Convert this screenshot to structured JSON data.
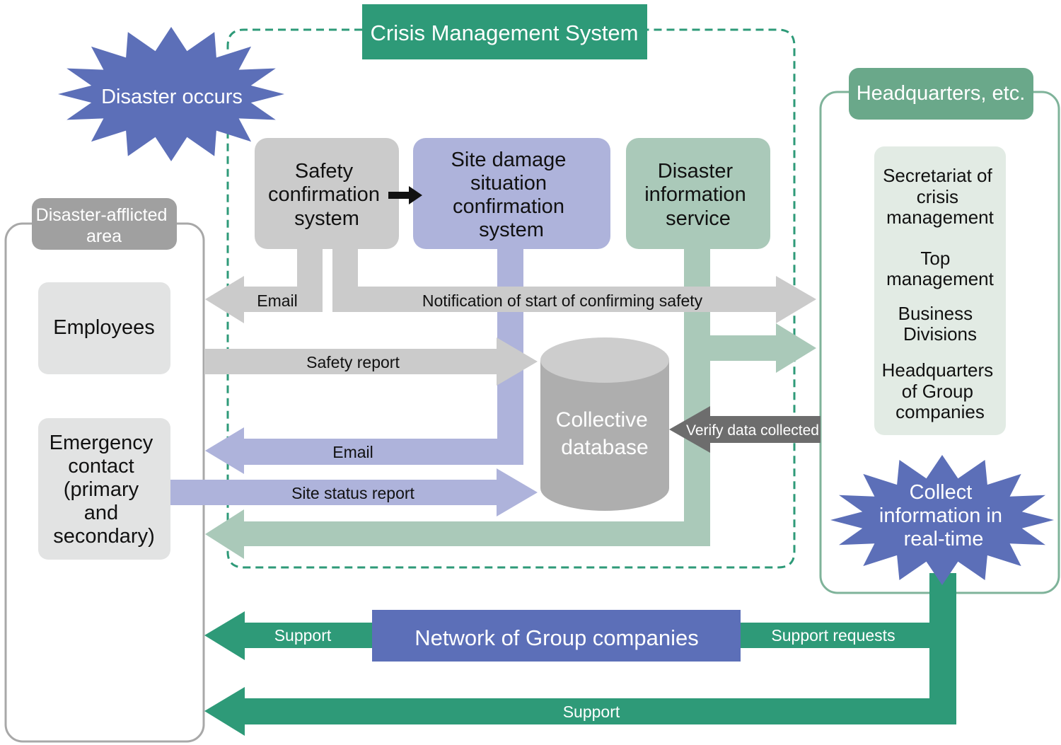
{
  "system_title": "Crisis Management System",
  "disaster": {
    "label": "Disaster occurs"
  },
  "area": {
    "title_lines": [
      "Disaster-afflicted",
      "area"
    ],
    "employees": "Employees",
    "emergency_lines": [
      "Emergency",
      "contact",
      "(primary",
      "and",
      "secondary)"
    ]
  },
  "systems": {
    "safety_lines": [
      "Safety",
      "confirmation",
      "system"
    ],
    "site_damage_lines": [
      "Site damage",
      "situation",
      "confirmation",
      "system"
    ],
    "disaster_info_lines": [
      "Disaster",
      "information",
      "service"
    ]
  },
  "database_lines": [
    "Collective",
    "database"
  ],
  "hq": {
    "title": "Headquarters, etc.",
    "members": [
      [
        "Secretariat of",
        "crisis",
        "management"
      ],
      [
        "Top",
        "management"
      ],
      [
        "Business",
        "Divisions"
      ],
      [
        "Headquarters",
        "of Group",
        "companies"
      ]
    ],
    "collect_lines": [
      "Collect",
      "information in",
      "real-time"
    ]
  },
  "network": {
    "label": "Network of Group companies"
  },
  "arrows": {
    "email_top": "Email",
    "notification": "Notification of start of confirming safety",
    "safety_report": "Safety report",
    "email_mid": "Email",
    "site_status": "Site status report",
    "verify": "Verify data collected",
    "support_left": "Support",
    "support_requests": "Support requests",
    "support_bottom": "Support"
  },
  "colors": {
    "green_dark": "#2e9a78",
    "green_light": "#aac9b9",
    "green_mid": "#6aa88a",
    "purple": "#5c6fb8",
    "purple_light": "#aeb3db",
    "gray_light": "#cbcbcb",
    "gray_dark": "#6d6d6d",
    "box_gray": "#e2e3e3"
  }
}
